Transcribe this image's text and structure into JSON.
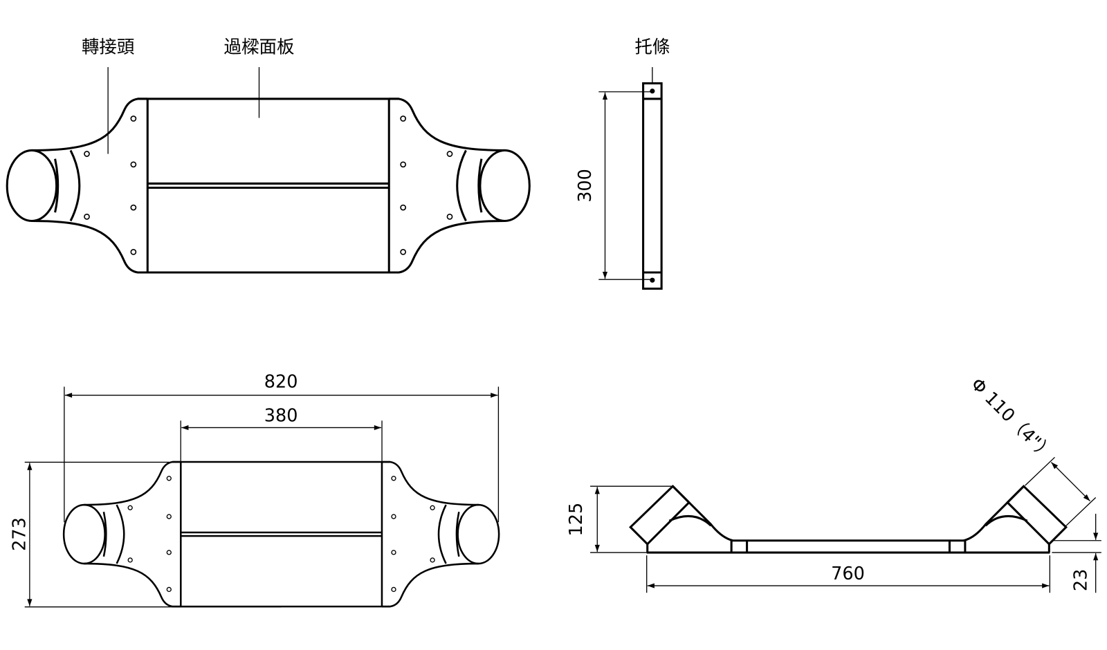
{
  "labels": {
    "adapter": "轉接頭",
    "panel": "過樑面板",
    "bracket": "托條"
  },
  "dimensions": {
    "bracket_height": "300",
    "overall_length": "820",
    "panel_width": "380",
    "overall_height": "273",
    "front_height": "125",
    "front_length": "760",
    "base_thickness": "23",
    "pipe_diameter": "Φ 110（4\"）"
  },
  "colors": {
    "line": "#000000",
    "background": "#ffffff"
  }
}
